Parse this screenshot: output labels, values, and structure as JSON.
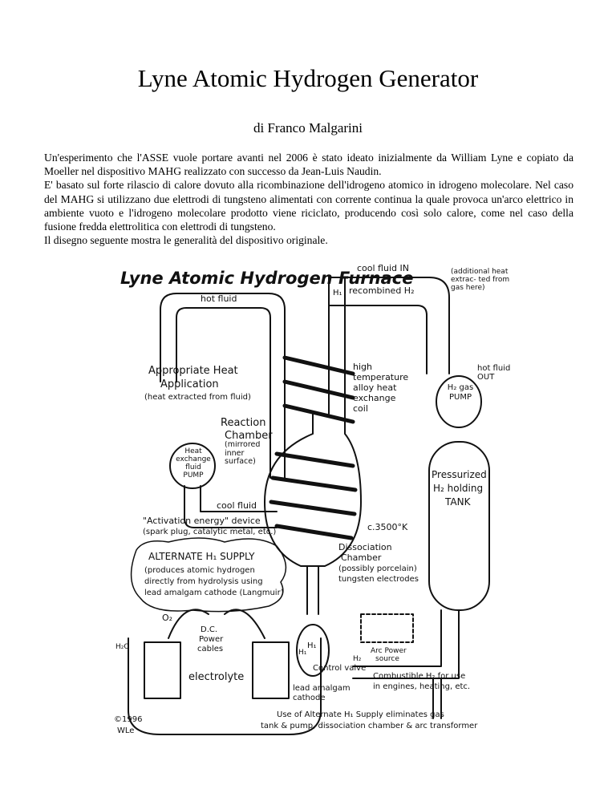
{
  "document": {
    "title": "Lyne Atomic Hydrogen Generator",
    "author": "di Franco Malgarini",
    "paragraphs": [
      "Un'esperimento che l'ASSE vuole portare avanti nel 2006 è stato ideato inizialmente da William Lyne e copiato da Moeller nel dispositivo MAHG realizzato con successo da Jean-Luis Naudin.",
      "E' basato sul forte rilascio di calore dovuto alla ricombinazione dell'idrogeno atomico in idrogeno molecolare. Nel caso del MAHG si utilizzano due elettrodi di tungsteno alimentati con corrente continua la quale provoca un'arco elettrico in ambiente vuoto e l'idrogeno molecolare prodotto viene riciclato, producendo così solo calore, come nel caso della fusione fredda elettrolitica con elettrodi di tungsteno.",
      "Il disegno seguente mostra le generalità del dispositivo originale."
    ]
  },
  "figure": {
    "title": "Lyne Atomic Hydrogen Furnace",
    "labels": {
      "cool_fluid_in": "cool fluid IN",
      "additional_heat": "(additional heat extrac- ted from gas here)",
      "recombined": "recombined H₂",
      "h1_top": "H₁",
      "hot_fluid": "hot fluid",
      "heat_app_1": "Appropriate Heat",
      "heat_app_2": "Application",
      "heat_app_3": "(heat extracted from fluid)",
      "high_temp": "high temperature alloy heat exchange coil",
      "hot_fluid_out": "hot fluid OUT",
      "h2_pump": "H₂ gas PUMP",
      "reaction_1": "Reaction",
      "reaction_2": "Chamber",
      "reaction_3": "(mirrored inner surface)",
      "heat_pump": "Heat exchange fluid PUMP",
      "tank_1": "Pressurized",
      "tank_2": "H₂ holding",
      "tank_3": "TANK",
      "cool_fluid": "cool fluid",
      "activation_1": "\"Activation energy\" device",
      "activation_2": "(spark plug, catalytic metal, etc.)",
      "temp": "c.3500°K",
      "alt_1": "ALTERNATE H₁ SUPPLY",
      "alt_2": "(produces atomic hydrogen",
      "alt_3": "directly from hydrolysis using",
      "alt_4": "lead amalgam cathode (Langmuir)",
      "dissoc_1": "Dissociation",
      "dissoc_2": "Chamber",
      "dissoc_3": "(possibly porcelain)",
      "dissoc_4": "tungsten electrodes",
      "h1_mid": "H₁",
      "arc_1": "Arc Power",
      "arc_2": "source",
      "control_valve": "Control valve",
      "o2": "O₂",
      "dc_1": "D.C.",
      "dc_2": "Power",
      "dc_3": "cables",
      "h2o": "H₂O",
      "h2_line": "H₂",
      "h1_low": "H₁",
      "electrolyte": "electrolyte",
      "lead_1": "lead amalgam",
      "lead_2": "cathode",
      "comb_1": "Combustible H₂ for use",
      "comb_2": "in engines, heating, etc.",
      "use_1": "Use of Alternate H₁ Supply eliminates gas",
      "use_2": "tank & pump, dissociation chamber & arc transformer",
      "copy_1": "©1996",
      "copy_2": "WLe"
    }
  }
}
